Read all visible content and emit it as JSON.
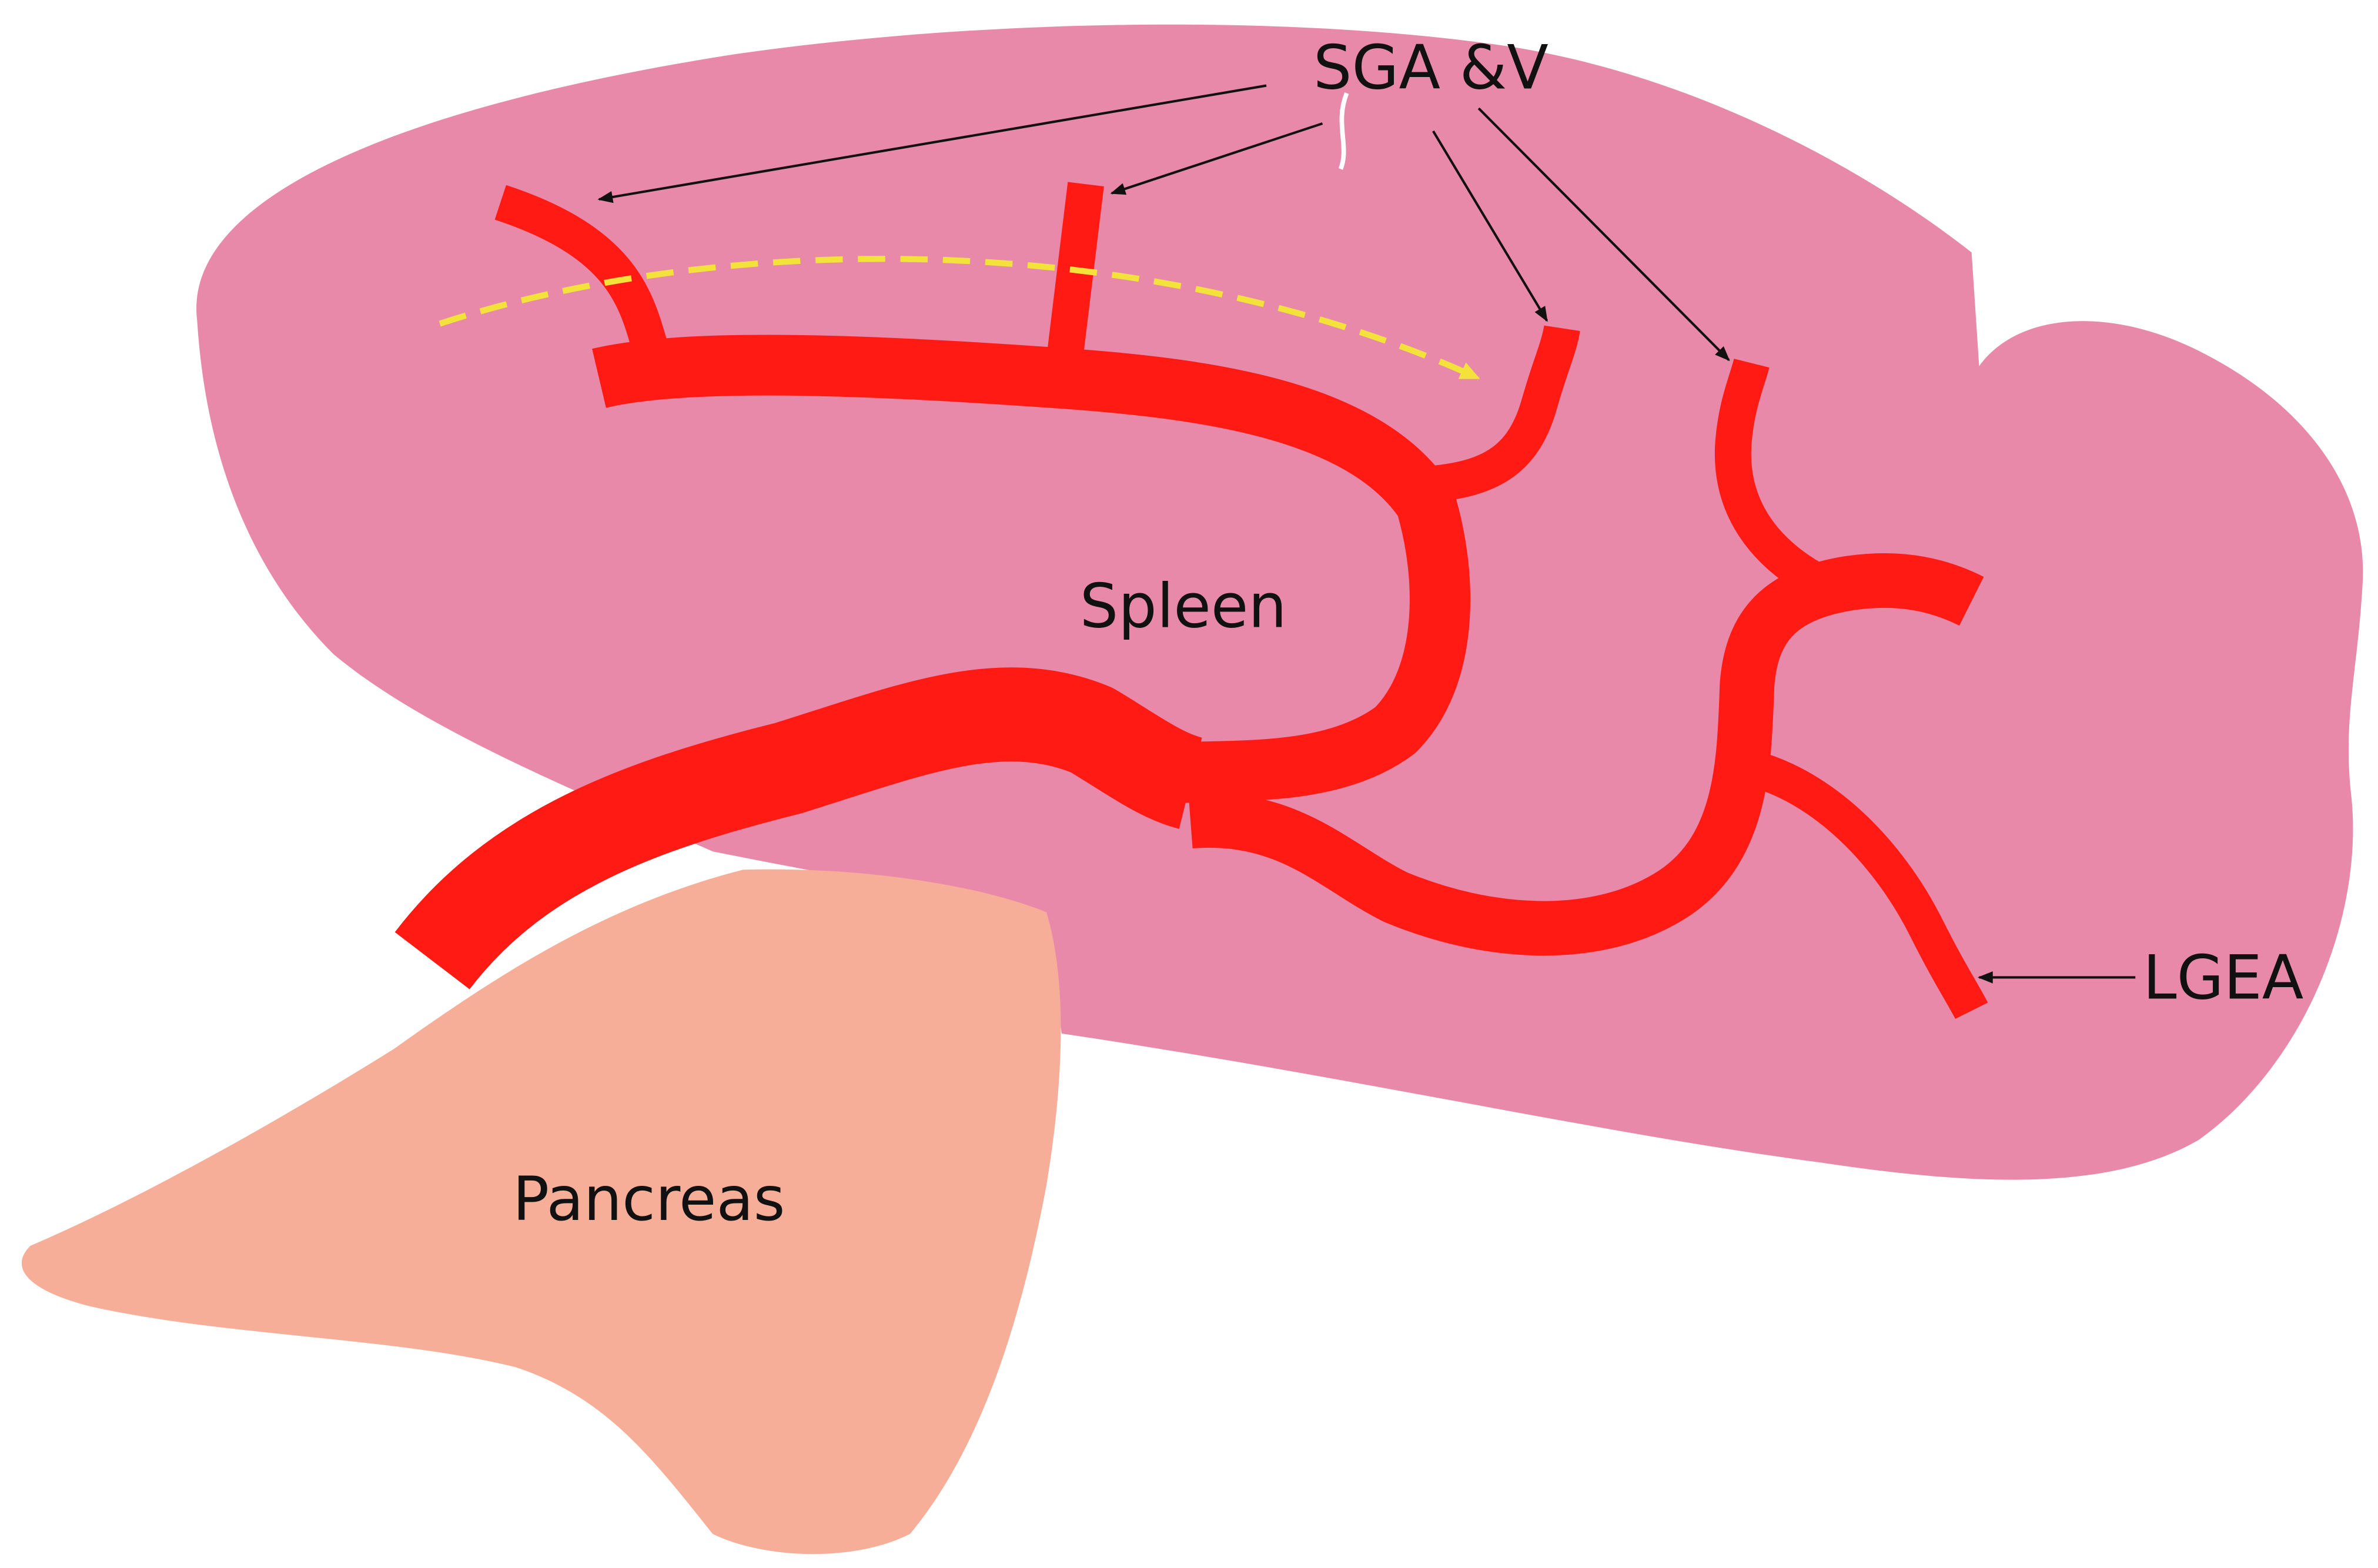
{
  "diagram": {
    "labels": {
      "sga": "SGA &V",
      "spleen": "Spleen",
      "pancreas": "Pancreas",
      "lgea": "LGEA"
    },
    "colors": {
      "spleen": "#E889AA",
      "pancreas": "#F7AE98",
      "vessel": "#FF1A14",
      "flow_arrow": "#F2E23A",
      "pointer": "#111111"
    }
  }
}
